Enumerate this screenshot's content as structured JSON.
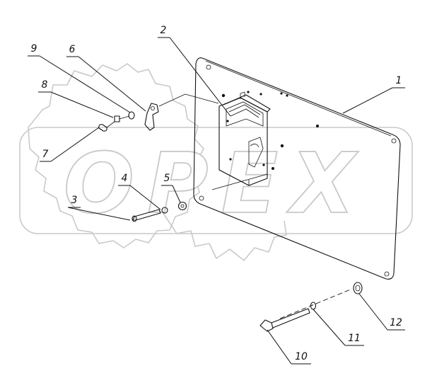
{
  "diagram": {
    "watermark_text": "OPEX",
    "callouts": [
      {
        "id": "c1",
        "label": "1"
      },
      {
        "id": "c2",
        "label": "2"
      },
      {
        "id": "c3",
        "label": "3"
      },
      {
        "id": "c4",
        "label": "4"
      },
      {
        "id": "c5",
        "label": "5"
      },
      {
        "id": "c6",
        "label": "6"
      },
      {
        "id": "c7",
        "label": "7"
      },
      {
        "id": "c8",
        "label": "8"
      },
      {
        "id": "c9",
        "label": "9"
      },
      {
        "id": "c10",
        "label": "10"
      },
      {
        "id": "c11",
        "label": "11"
      },
      {
        "id": "c12",
        "label": "12"
      }
    ]
  }
}
